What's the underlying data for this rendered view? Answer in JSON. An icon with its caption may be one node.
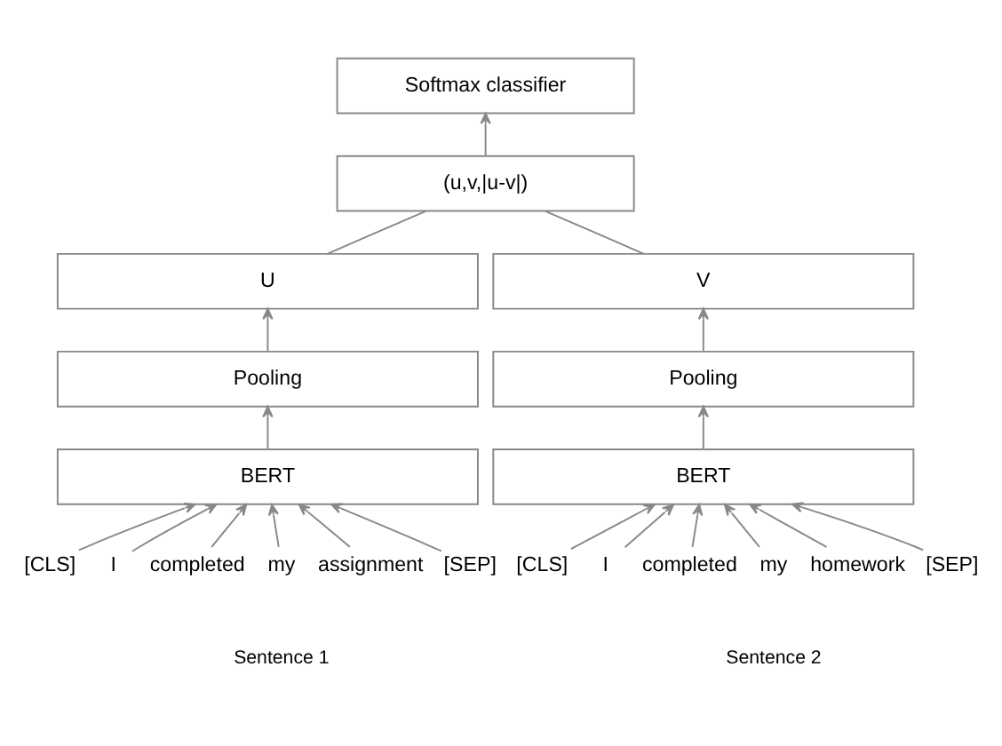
{
  "diagram": {
    "nodes": [
      {
        "text": [
          "Softmax classifier"
        ]
      },
      {
        "text": [
          "(u,v,|u-v|)"
        ]
      },
      {
        "text": [
          "U"
        ]
      },
      {
        "text": [
          "V"
        ]
      },
      {
        "text": [
          "Pooling"
        ]
      },
      {
        "text": [
          "Pooling"
        ]
      },
      {
        "text": [
          "BERT"
        ]
      },
      {
        "text": [
          "BERT"
        ]
      },
      {
        "text": [
          "[CLS]"
        ]
      },
      {
        "text": [
          "I"
        ]
      },
      {
        "text": [
          "completed"
        ]
      },
      {
        "text": [
          "my"
        ]
      },
      {
        "text": [
          "assignment"
        ]
      },
      {
        "text": [
          "[SEP]"
        ]
      },
      {
        "text": [
          "[CLS]"
        ]
      },
      {
        "text": [
          "I"
        ]
      },
      {
        "text": [
          "completed"
        ]
      },
      {
        "text": [
          "my"
        ]
      },
      {
        "text": [
          "homework"
        ]
      },
      {
        "text": [
          "[SEP]"
        ]
      }
    ],
    "edges": [
      {
        "from": 1,
        "to": 0,
        "arrow": "to"
      },
      {
        "from": 2,
        "to": 1,
        "arrow": "none"
      },
      {
        "from": 3,
        "to": 1,
        "arrow": "none"
      },
      {
        "from": 4,
        "to": 2,
        "arrow": "to"
      },
      {
        "from": 5,
        "to": 3,
        "arrow": "to"
      },
      {
        "from": 6,
        "to": 4,
        "arrow": "to"
      },
      {
        "from": 7,
        "to": 5,
        "arrow": "to"
      },
      {
        "from": 8,
        "to": 6,
        "arrow": "to"
      },
      {
        "from": 9,
        "to": 6,
        "arrow": "to"
      },
      {
        "from": 10,
        "to": 6,
        "arrow": "to"
      },
      {
        "from": 11,
        "to": 6,
        "arrow": "to"
      },
      {
        "from": 12,
        "to": 6,
        "arrow": "to"
      },
      {
        "from": 13,
        "to": 6,
        "arrow": "to"
      },
      {
        "from": 14,
        "to": 7,
        "arrow": "to"
      },
      {
        "from": 15,
        "to": 7,
        "arrow": "to"
      },
      {
        "from": 16,
        "to": 7,
        "arrow": "to"
      },
      {
        "from": 17,
        "to": 7,
        "arrow": "to"
      },
      {
        "from": 18,
        "to": 7,
        "arrow": "to"
      },
      {
        "from": 19,
        "to": 7,
        "arrow": "to"
      }
    ],
    "labels": [
      "Sentence 1",
      "Sentence 2"
    ]
  }
}
